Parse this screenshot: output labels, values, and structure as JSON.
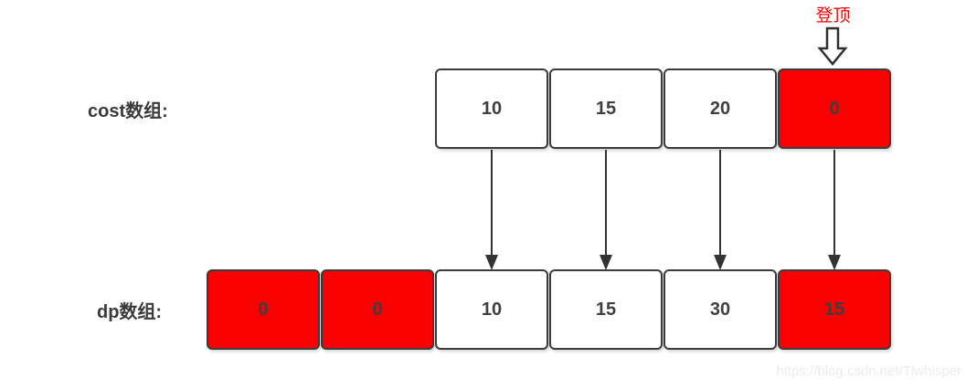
{
  "labels": {
    "cost": "cost数组:",
    "dp": "dp数组:"
  },
  "annotation": {
    "summit": "登顶"
  },
  "cost_array": {
    "cells": [
      {
        "value": "10",
        "highlight": false
      },
      {
        "value": "15",
        "highlight": false
      },
      {
        "value": "20",
        "highlight": false
      },
      {
        "value": "0",
        "highlight": true
      }
    ]
  },
  "dp_array": {
    "cells": [
      {
        "value": "0",
        "highlight": true
      },
      {
        "value": "0",
        "highlight": true
      },
      {
        "value": "10",
        "highlight": false
      },
      {
        "value": "15",
        "highlight": false
      },
      {
        "value": "30",
        "highlight": false
      },
      {
        "value": "15",
        "highlight": true
      }
    ]
  },
  "watermark": "https://blog.csdn.net/Tlwhisper",
  "colors": {
    "highlight": "#FA0000",
    "border": "#3B3B3B",
    "text": "#3F3F3F",
    "annotation": "#FF0000",
    "watermark": "#ECECEC"
  }
}
